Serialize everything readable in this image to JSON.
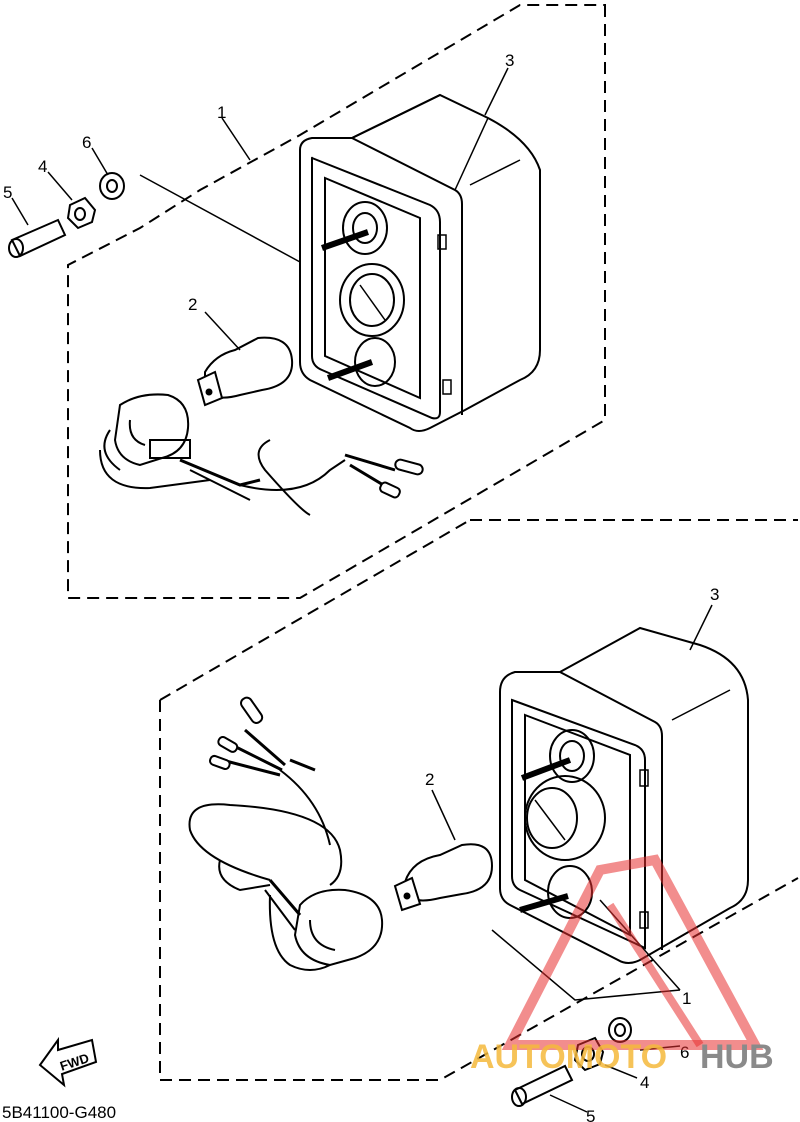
{
  "diagram": {
    "code": "5B41100-G480",
    "fwd_label": "FWD",
    "callouts": {
      "top": [
        "1",
        "2",
        "3",
        "4",
        "5",
        "6"
      ],
      "bottom": [
        "1",
        "2",
        "3",
        "4",
        "5",
        "6"
      ]
    },
    "watermark": {
      "part1": "AUTOMOTO",
      "part2": "HUB",
      "colors": [
        "#f5b93c",
        "#8a8a8a",
        "#e83030"
      ]
    }
  }
}
